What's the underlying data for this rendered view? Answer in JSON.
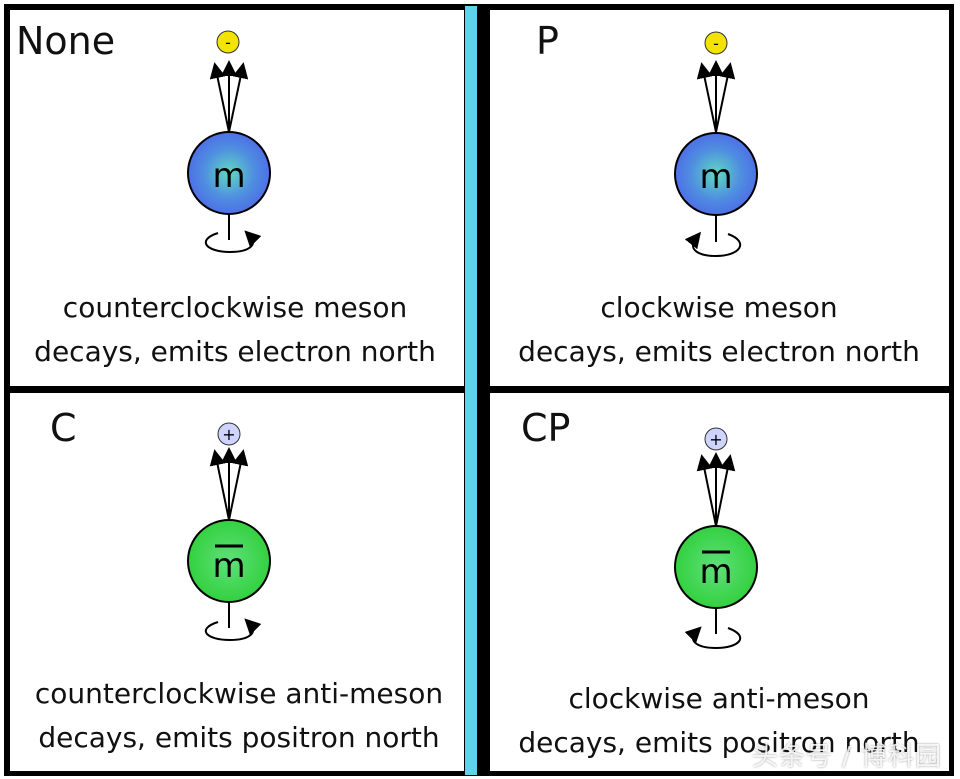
{
  "panels": [
    {
      "label": "None",
      "particle": "m",
      "charge": "-",
      "caption_line1": "counterclockwise meson",
      "caption_line2": "decays, emits electron north",
      "fill": "#4f74e6",
      "charge_fill": "#f2e400"
    },
    {
      "label": "P",
      "particle": "m",
      "charge": "-",
      "caption_line1": "clockwise meson",
      "caption_line2": "decays, emits electron north",
      "fill": "#4f74e6",
      "charge_fill": "#f2e400"
    },
    {
      "label": "C",
      "particle": "m",
      "charge": "+",
      "caption_line1": "counterclockwise anti-meson",
      "caption_line2": "decays, emits positron north",
      "fill": "#33d33a",
      "charge_fill": "#cfd4ff"
    },
    {
      "label": "CP",
      "particle": "m",
      "charge": "+",
      "caption_line1": "clockwise anti-meson",
      "caption_line2": "decays, emits positron north",
      "fill": "#33d33a",
      "charge_fill": "#cfd4ff"
    }
  ],
  "watermark": "头条号 / 博科园"
}
